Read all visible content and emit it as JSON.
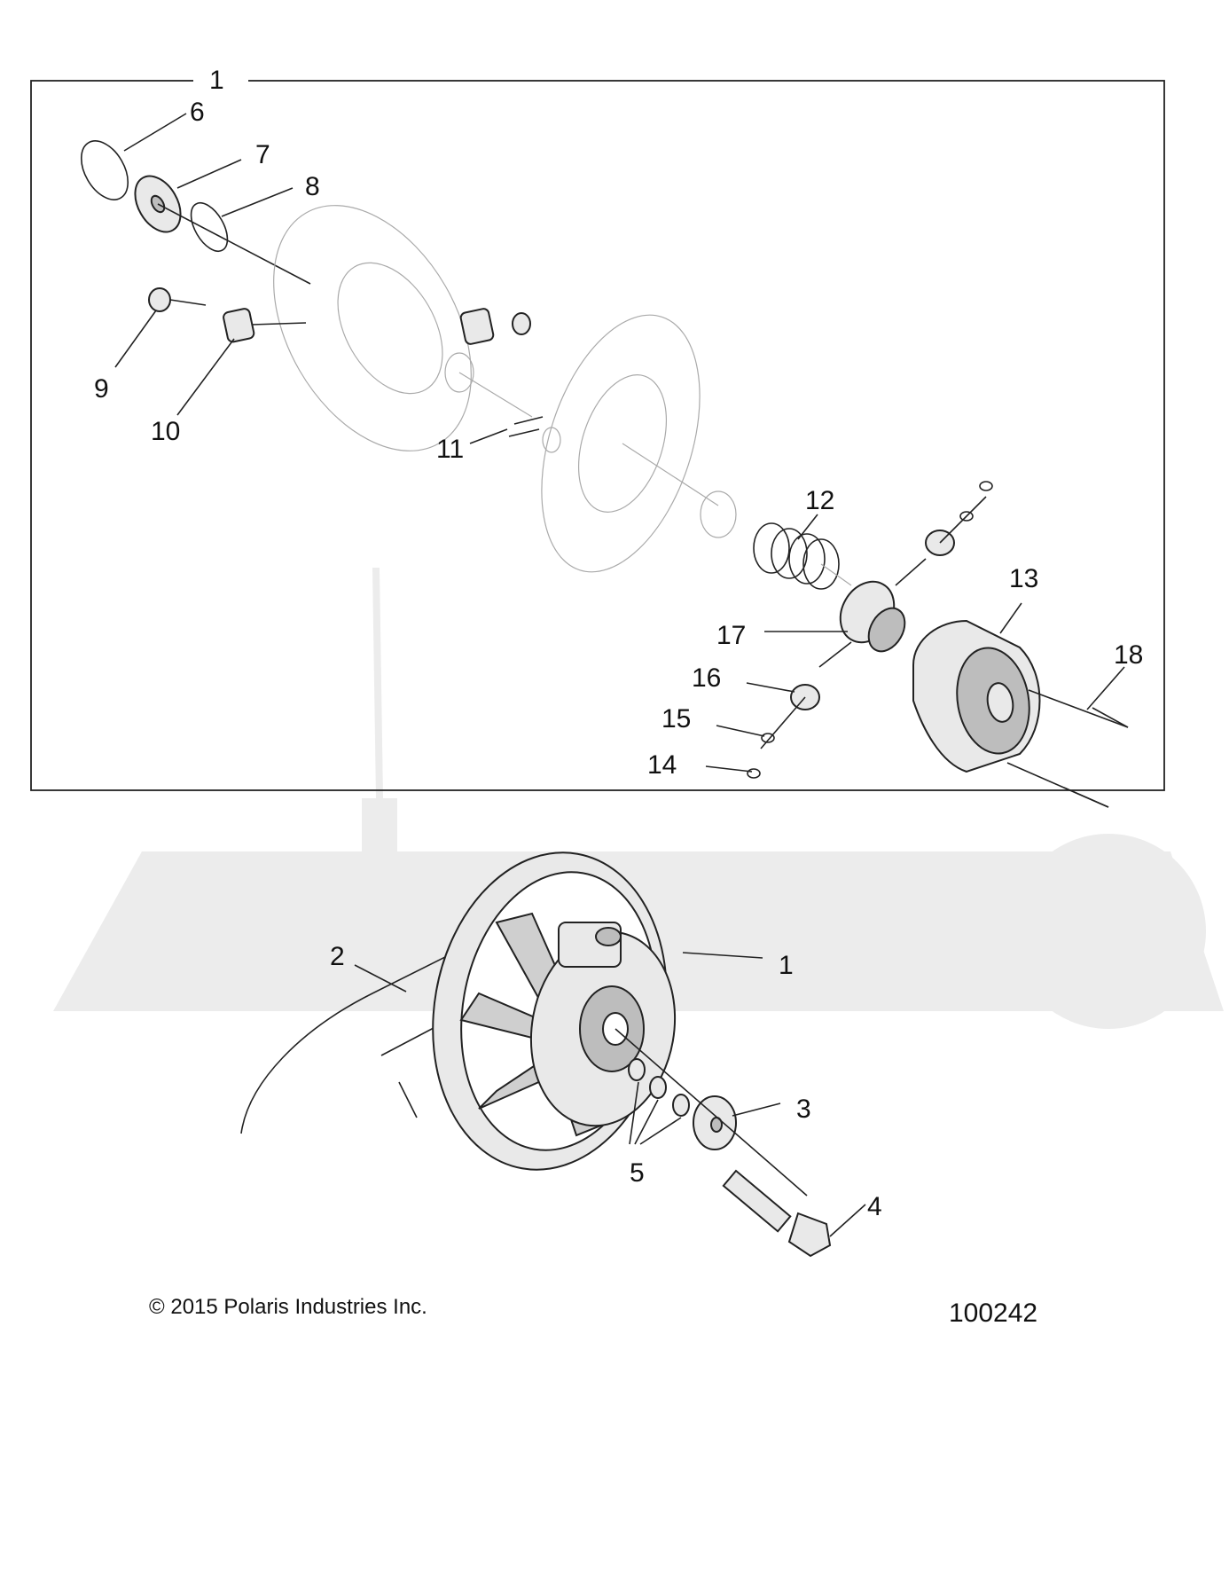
{
  "callouts": [
    "1",
    "6",
    "7",
    "8",
    "9",
    "10",
    "11",
    "12",
    "13",
    "17",
    "18",
    "16",
    "15",
    "14",
    "2",
    "1",
    "3",
    "5",
    "4"
  ],
  "copyright": "© 2015 Polaris Industries Inc.",
  "figure_id": "100242",
  "colors": {
    "line": "#222222",
    "fill": "#e9e9e9",
    "watermark": "#ececec"
  }
}
